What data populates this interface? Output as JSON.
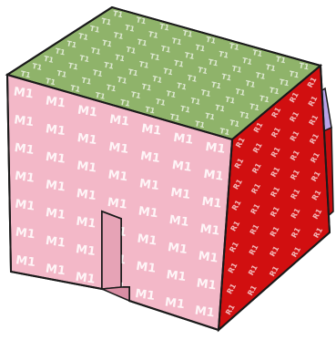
{
  "front_texture_label": "M1",
  "top_texture_label": "T1",
  "right_texture_label": "R1",
  "colors": {
    "front_face": "#f3b8c8",
    "top_face": "#8fb36a",
    "right_face": "#d10f10",
    "annex_top": "#b9a4e8",
    "annex_front": "#e9a9bf",
    "annex_side": "#c40c0e",
    "edge": "#1a1a1a",
    "background": "#ffffff"
  }
}
